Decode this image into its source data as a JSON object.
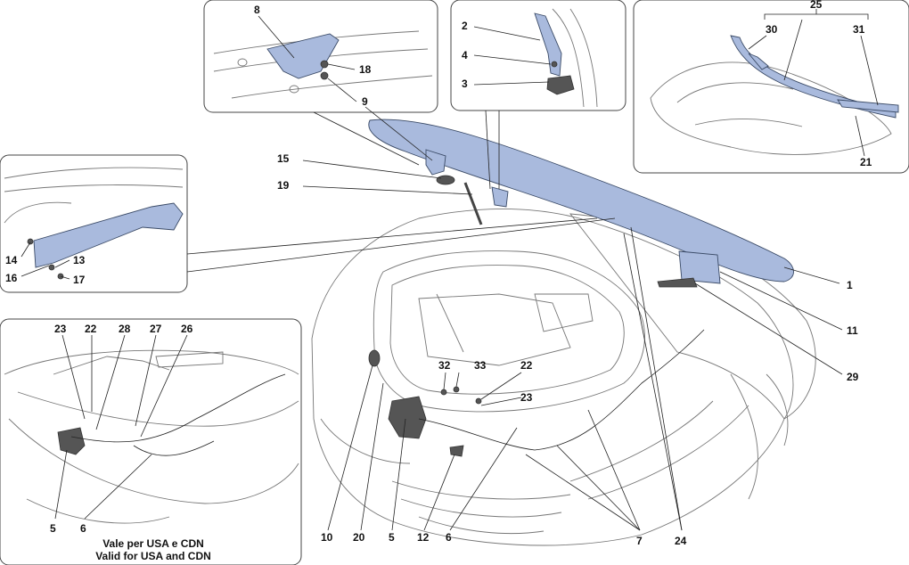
{
  "diagram": {
    "callouts": [
      "1",
      "2",
      "3",
      "4",
      "5",
      "6",
      "7",
      "8",
      "9",
      "10",
      "11",
      "12",
      "13",
      "14",
      "15",
      "16",
      "17",
      "18",
      "19",
      "20",
      "21",
      "22",
      "23",
      "24",
      "25",
      "26",
      "27",
      "28",
      "29",
      "30",
      "31",
      "32",
      "33"
    ],
    "lower_left_inset_caption": {
      "line1": "Vale per USA e CDN",
      "line2": "Valid for USA and CDN"
    }
  }
}
